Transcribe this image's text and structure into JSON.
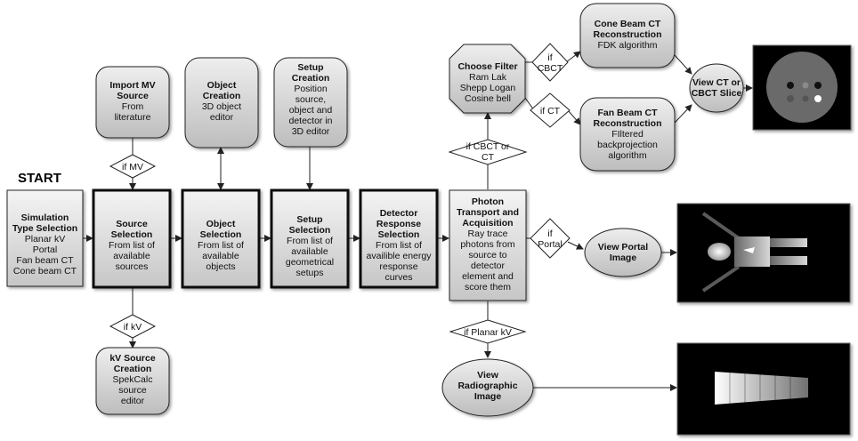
{
  "start_label": "START",
  "boxes": {
    "simulation_type": {
      "title": "Simulation\nType Selection",
      "body": "Planar kV\nPortal\nFan beam CT\nCone beam CT"
    },
    "source_selection": {
      "title": "Source\nSelection",
      "body": "From list of\navailable\nsources"
    },
    "object_selection": {
      "title": "Object\nSelection",
      "body": "From list of\navailable\nobjects"
    },
    "setup_selection": {
      "title": "Setup\nSelection",
      "body": "From list of\navailable\ngeometrical\nsetups"
    },
    "detector_selection": {
      "title": "Detector\nResponse\nSelection",
      "body": "From list of\navailible energy\nresponse\ncurves"
    },
    "photon_transport": {
      "title": "Photon\nTransport and\nAcquisition",
      "body": "Ray trace\nphotons from\nsource to\ndetector\nelement and\nscore them"
    },
    "import_mv": {
      "title": "Import MV\nSource",
      "body": "From\nliterature"
    },
    "object_creation": {
      "title": "Object\nCreation",
      "body": "3D object\neditor"
    },
    "setup_creation": {
      "title": "Setup\nCreation",
      "body": "Position\nsource,\nobject and\ndetector in\n3D editor"
    },
    "kv_creation": {
      "title": "kV Source\nCreation",
      "body": "SpekCalc\nsource\neditor"
    },
    "cone_beam": {
      "title": "Cone Beam CT\nReconstruction",
      "body": "FDK algorithm"
    },
    "fan_beam": {
      "title": "Fan Beam CT\nReconstruction",
      "body": "FIltered\nbackprojection\nalgorithm"
    },
    "choose_filter": {
      "title": "Choose Filter",
      "body": "Ram Lak\nShepp Logan\nCosine bell"
    }
  },
  "decisions": {
    "if_mv": "if MV",
    "if_kv": "if kV",
    "if_cbct_or_ct": "if CBCT or\nCT",
    "if_cbct": "if\nCBCT",
    "if_ct": "if CT",
    "if_portal": "if\nPortal",
    "if_planar_kv": "if Planar kV"
  },
  "outputs": {
    "view_ct": "View CT or\nCBCT Slice",
    "view_portal": "View Portal\nImage",
    "view_radiographic": "View\nRadiographic\nImage"
  },
  "colors": {
    "box_fill_top": "#f2f2f2",
    "box_fill_bottom": "#c9c9c9",
    "stroke": "#222222",
    "image_bg": "#000000"
  }
}
